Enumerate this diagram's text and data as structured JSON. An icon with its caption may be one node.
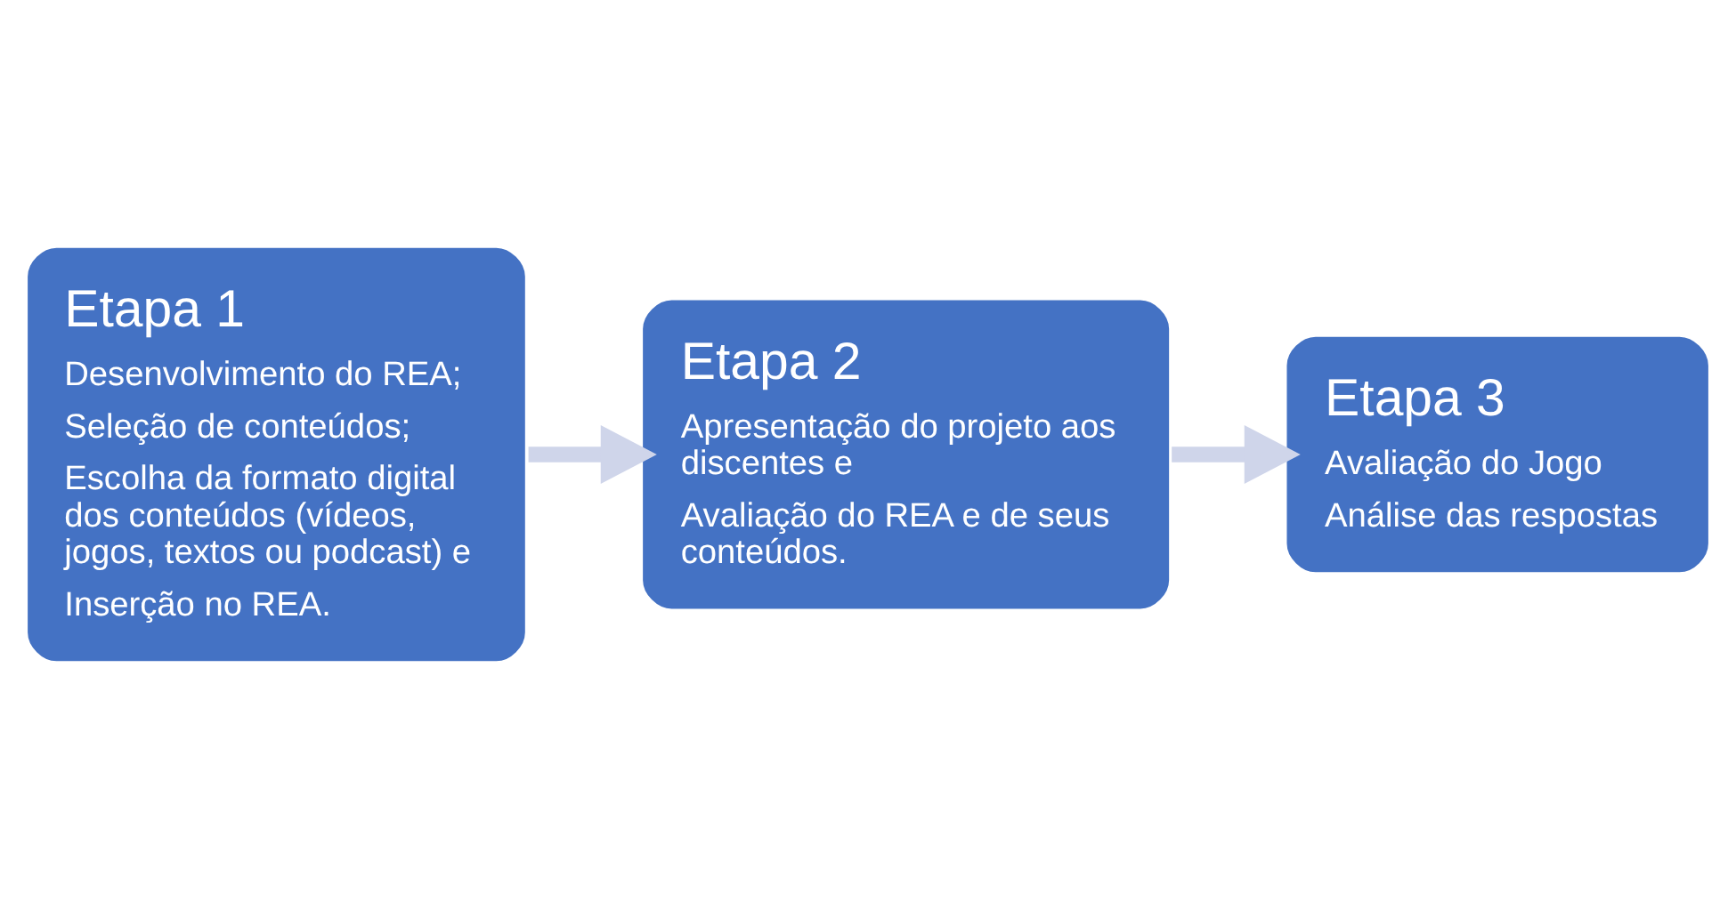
{
  "diagram": {
    "nodes": [
      {
        "text": [
          "Etapa 1",
          "Desenvolvimento do REA;",
          "Seleção de conteúdos;",
          "Escolha da formato digital dos conteúdos (vídeos, jogos, textos ou podcast) e",
          "Inserção no REA."
        ]
      },
      {
        "text": [
          "Etapa 2",
          "Apresentação do projeto aos discentes e",
          "Avaliação do REA e de seus conteúdos."
        ]
      },
      {
        "text": [
          "Etapa 3",
          "Avaliação do Jogo",
          "Análise das respostas"
        ]
      }
    ],
    "edges": [
      {
        "from": 0,
        "to": 1,
        "arrow": "to"
      },
      {
        "from": 1,
        "to": 2,
        "arrow": "to"
      }
    ]
  }
}
